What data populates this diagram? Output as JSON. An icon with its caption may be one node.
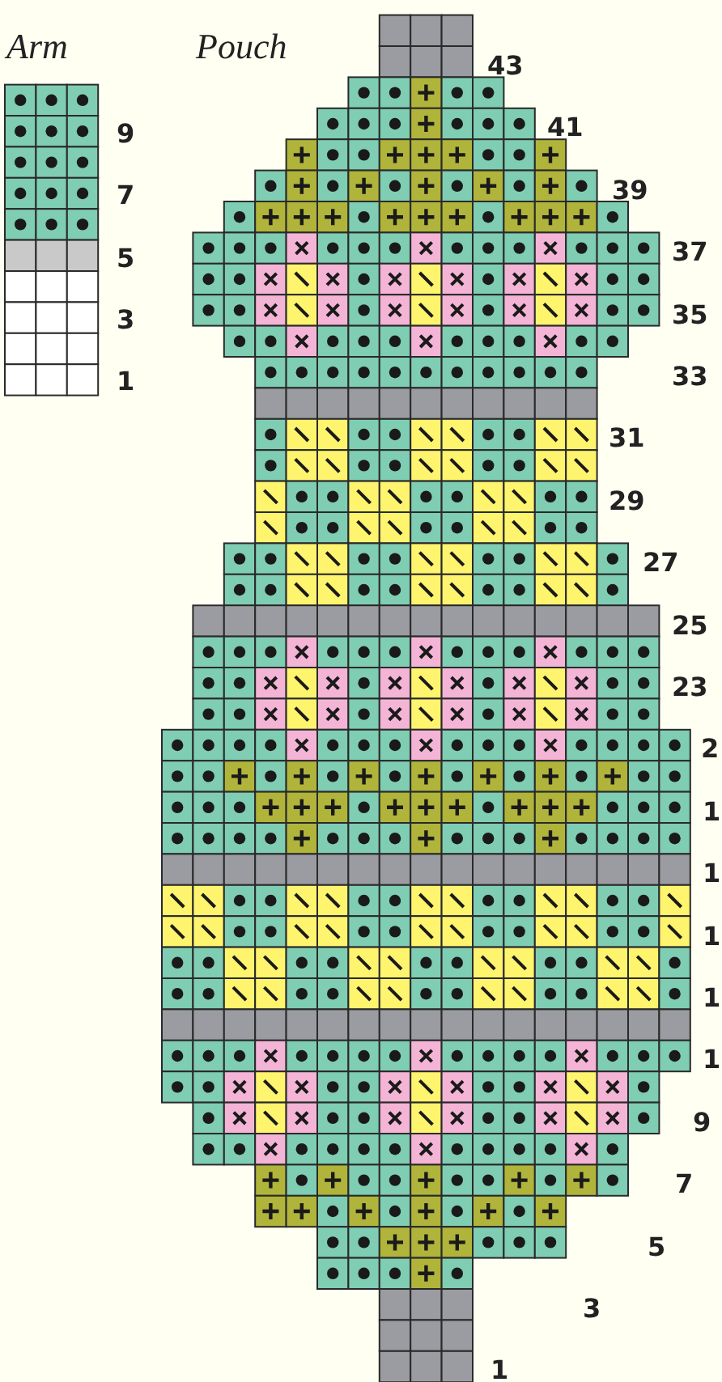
{
  "diagram": {
    "labels": [
      "Arm",
      "Pouch",
      "9",
      "7",
      "5",
      "3",
      "1",
      "43",
      "41",
      "39",
      "37",
      "35",
      "33",
      "31",
      "29",
      "27",
      "25",
      "23",
      "2",
      "1",
      "1",
      "1",
      "1",
      "1",
      "9",
      "7",
      "5",
      "3",
      "1"
    ]
  }
}
